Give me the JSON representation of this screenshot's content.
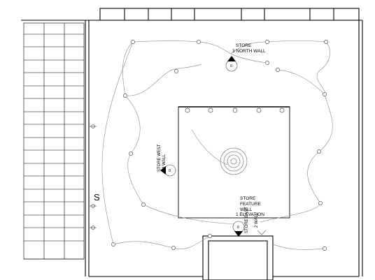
{
  "plan": {
    "elevation_tags": [
      {
        "id": "north",
        "line1": "STORE",
        "line2": "3 NORTH WALL",
        "number": "0"
      },
      {
        "id": "west",
        "line1": "STORE WEST",
        "line2": "4 WALL",
        "number": "0"
      },
      {
        "id": "feature",
        "line1": "STORE",
        "line2": "FEATURE",
        "line3": "WALL",
        "line4": "1 ELEVATION",
        "number": "0"
      },
      {
        "id": "east",
        "line1": "STORE EAST",
        "line2": "2 WALL"
      }
    ],
    "switch_symbol": "S"
  },
  "colors": {
    "line": "#000000",
    "wire": "#9a9a9a",
    "light_line": "#bcbcbc"
  }
}
